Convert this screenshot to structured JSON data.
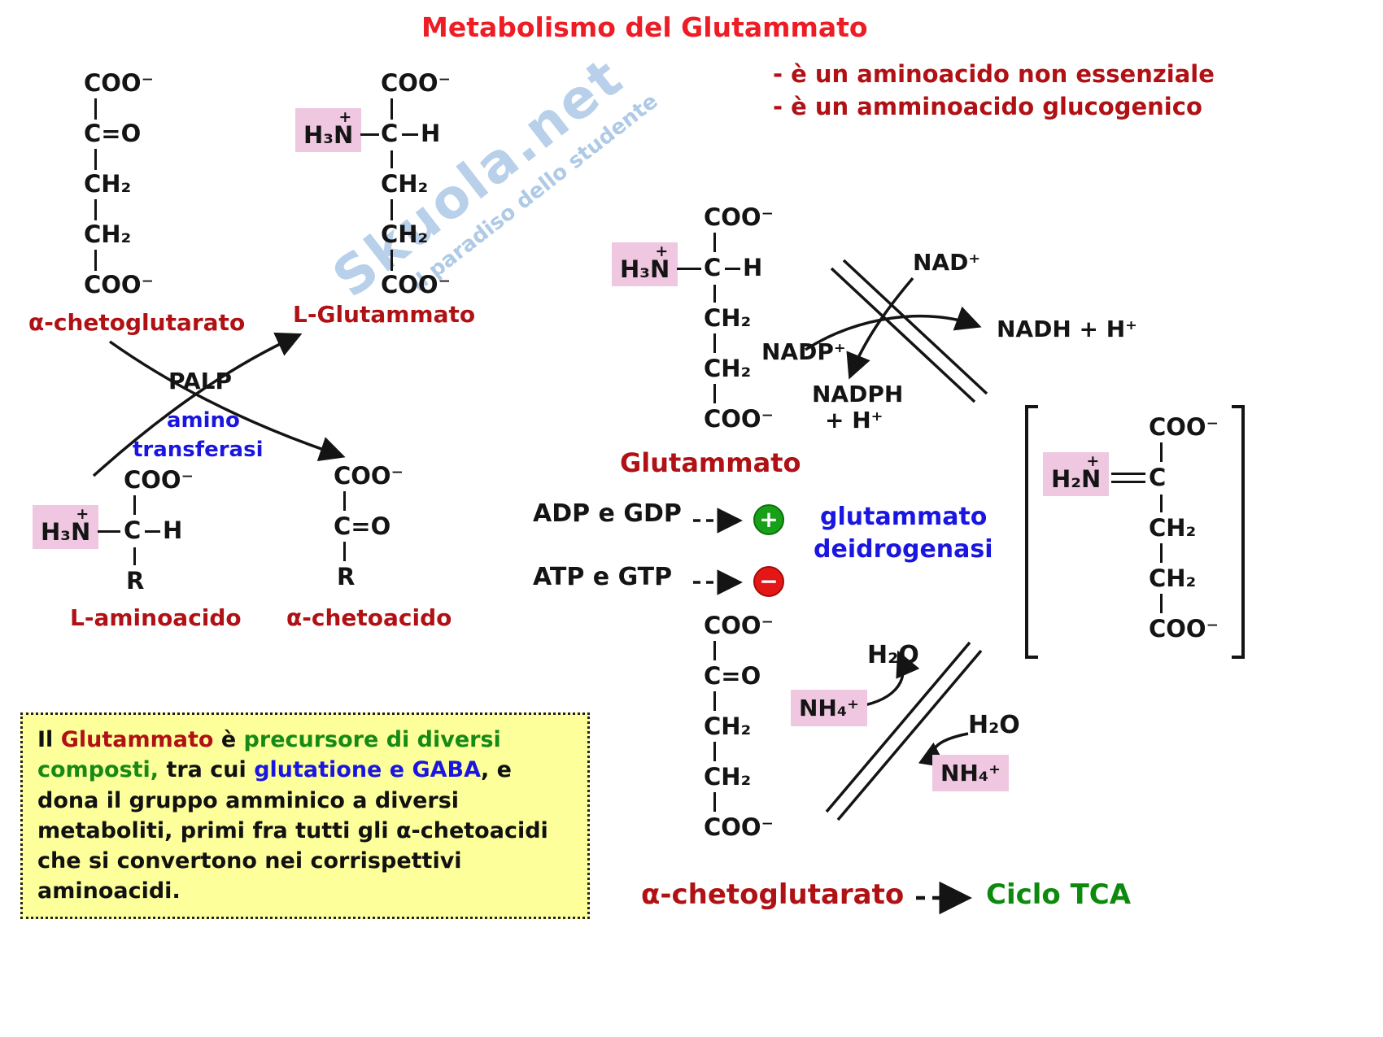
{
  "title": "Metabolismo del Glutammato",
  "notes": [
    "- è un aminoacido non essenziale",
    "- è un amminoacido glucogenico"
  ],
  "watermark": {
    "main": "Skuola.net",
    "sub": "il paradiso dello studente"
  },
  "colors": {
    "title_red": "#ee1c24",
    "dark_red": "#b01114",
    "enzyme_blue": "#1a16e0",
    "green": "#168a16",
    "tca_green": "#0d8a0d",
    "pink_highlight": "#efc7e1",
    "infobox_bg": "#fdff9b",
    "activator_green": "#18a018",
    "inhibitor_red": "#e51616",
    "watermark_blue": "#7daad7"
  },
  "left": {
    "akg": {
      "parts": [
        "COO⁻",
        "C=O",
        "CH₂",
        "CH₂",
        "COO⁻"
      ],
      "label": "α-chetoglutarato"
    },
    "glutamate": {
      "coo_top": "COO⁻",
      "amine": "H₃N",
      "plus": "+",
      "c": "C",
      "h": "H",
      "chain": [
        "CH₂",
        "CH₂",
        "COO⁻"
      ],
      "label": "L-Glutammato"
    },
    "cofactor": "PALP",
    "enzyme_line1": "amino",
    "enzyme_line2": "transferasi",
    "aminoacid": {
      "coo_top": "COO⁻",
      "amine": "H₃N",
      "plus": "+",
      "c": "C",
      "h": "H",
      "r": "R",
      "label": "L-aminoacido"
    },
    "ketoacid": {
      "parts": [
        "COO⁻",
        "C=O",
        "R"
      ],
      "label": "α-chetoacido"
    }
  },
  "right": {
    "glutamate": {
      "coo_top": "COO⁻",
      "amine": "H₃N",
      "plus": "+",
      "c": "C",
      "h": "H",
      "chain": [
        "CH₂",
        "CH₂",
        "COO⁻"
      ],
      "label": "Glutammato"
    },
    "nad": "NAD⁺",
    "nadh": "NADH + H⁺",
    "nadp": "NADP⁺",
    "nadph_line1": "NADPH",
    "nadph_line2": "+ H⁺",
    "activators": "ADP e GDP",
    "inhibitors": "ATP e GTP",
    "plus_sign": "+",
    "minus_sign": "−",
    "enzyme_line1": "glutammato",
    "enzyme_line2": "deidrogenasi",
    "intermediate": {
      "coo_top": "COO⁻",
      "amine": "H₂N",
      "plus": "+",
      "c": "C",
      "chain": [
        "CH₂",
        "CH₂",
        "COO⁻"
      ]
    },
    "akg": {
      "parts": [
        "COO⁻",
        "C=O",
        "CH₂",
        "CH₂",
        "COO⁻"
      ]
    },
    "nh4_a": "NH₄⁺",
    "nh4_b": "NH₄⁺",
    "h2o_a": "H₂O",
    "h2o_b": "H₂O",
    "product": "α-chetoglutarato",
    "destination": "Ciclo TCA"
  },
  "infobox": {
    "s1": "Il ",
    "s2": "Glutammato",
    "s3": " è ",
    "s4": "precursore di diversi composti,",
    "s5": "  tra cui ",
    "s6": "glutatione e GABA",
    "s7": ", e dona il gruppo amminico a diversi metaboliti, primi fra tutti gli α-chetoacidi che si convertono nei corrispettivi aminoacidi."
  }
}
